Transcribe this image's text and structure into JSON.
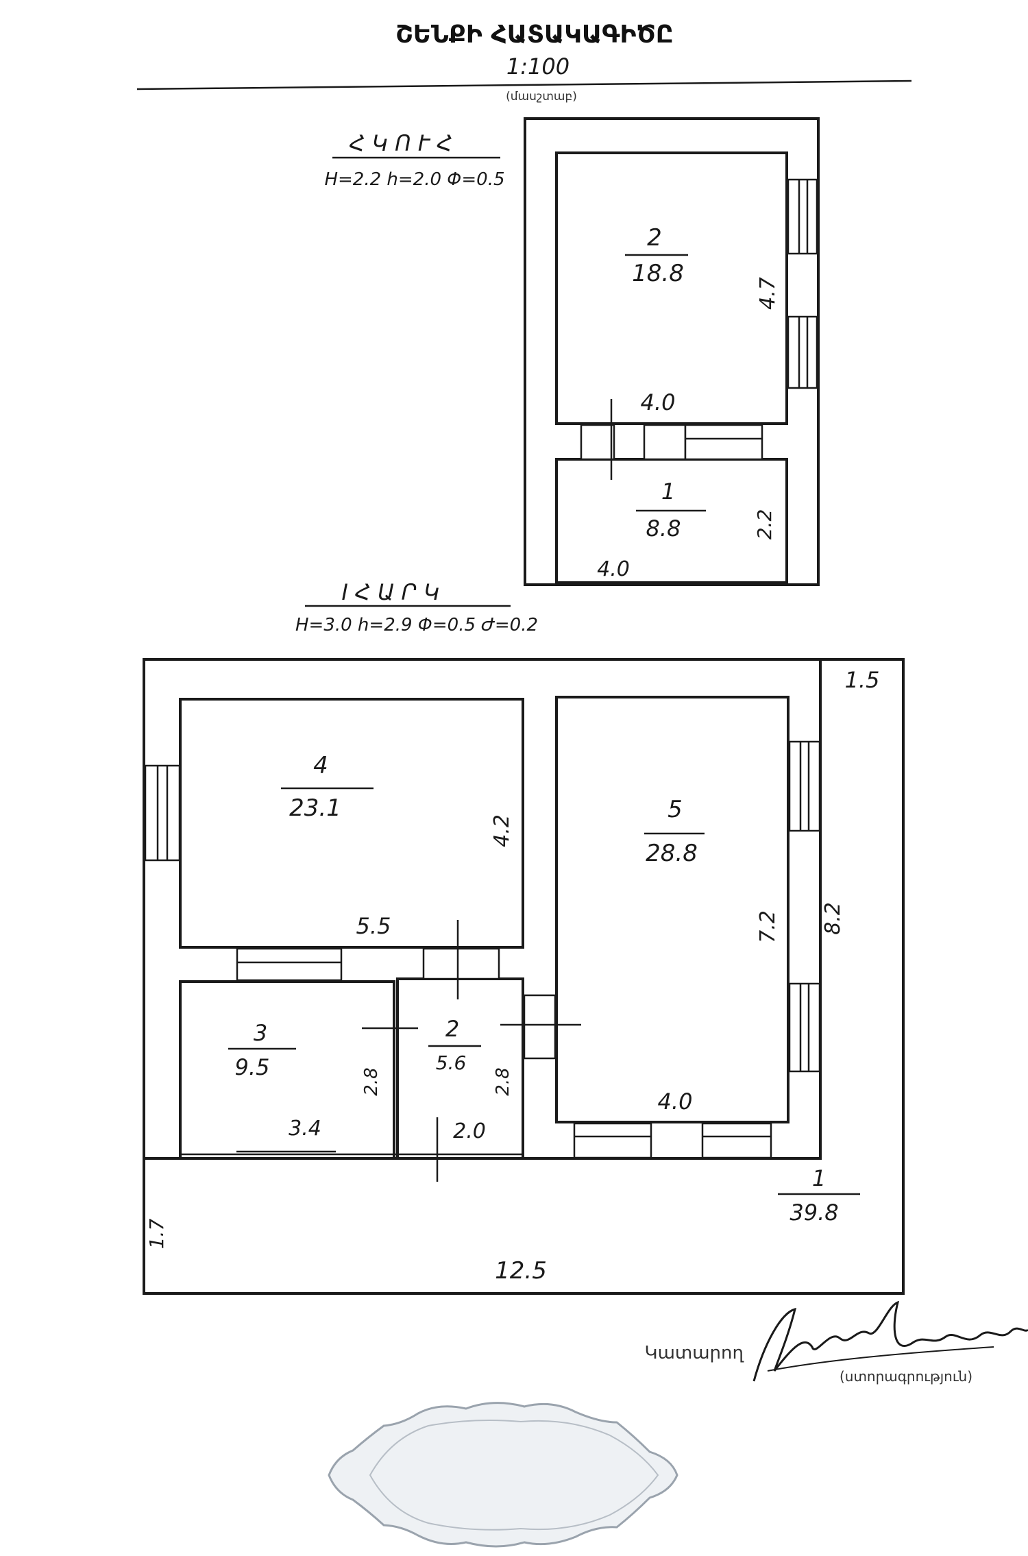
{
  "header": {
    "title": "ՇԵՆՔԻ ՀԱՏԱԿԱԳԻԾԸ",
    "scale": "1:100",
    "scale_caption": "(մասշտաբ)"
  },
  "floor_upper": {
    "label": "Հ Կ Ո Ւ Հ",
    "params": "H=2.2 h=2.0 Փ=0.5",
    "rooms": [
      {
        "number": "2",
        "area": "18.8"
      },
      {
        "number": "1",
        "area": "8.8"
      }
    ],
    "dims": {
      "room2_side": "4.7",
      "room2_width": "4.0",
      "room1_side": "2.2",
      "room1_width": "4.0"
    }
  },
  "floor_ground": {
    "label": "I Հ Ա Ր Կ",
    "params": "H=3.0 h=2.9 Փ=0.5 Ժ=0.2",
    "rooms": [
      {
        "number": "4",
        "area": "23.1"
      },
      {
        "number": "5",
        "area": "28.8"
      },
      {
        "number": "3",
        "area": "9.5"
      },
      {
        "number": "2",
        "area": "5.6"
      },
      {
        "number": "1",
        "area": "39.8"
      }
    ],
    "dims": {
      "corner": "1.5",
      "room4_side": "4.2",
      "room4_width": "5.5",
      "room5_side": "7.2",
      "outer_side": "8.2",
      "room3_side": "2.8",
      "room3_width": "3.4",
      "room2_side": "2.8",
      "room2_width": "2.0",
      "room5_width": "4.0",
      "left_side": "1.7",
      "total_width": "12.5"
    }
  },
  "footer": {
    "executor_label": "Կատարող",
    "signature_caption": "(ստորագրություն)"
  },
  "icons": {
    "seal": "stamp-seal-icon",
    "signature": "signature-icon"
  }
}
